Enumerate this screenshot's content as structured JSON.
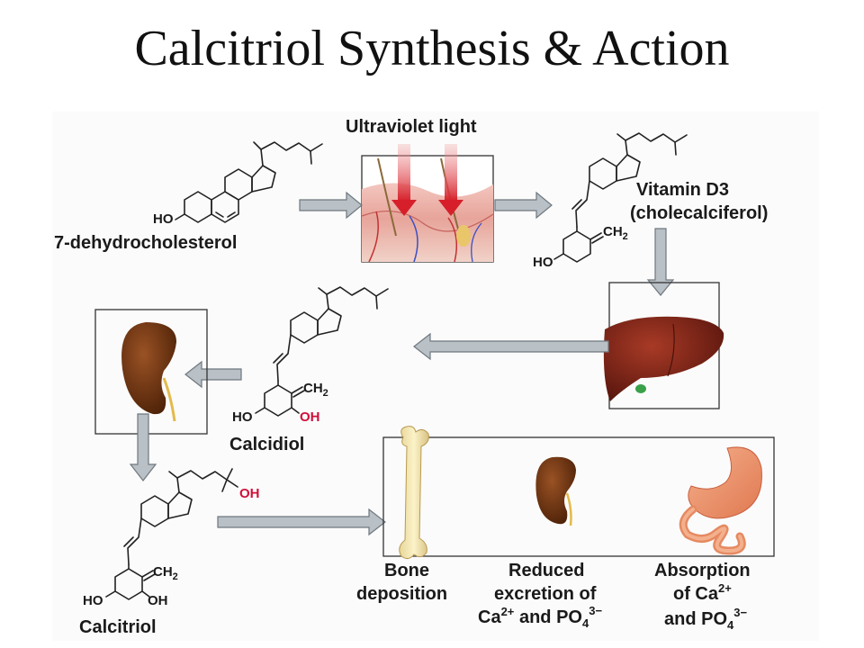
{
  "title": "Calcitriol Synthesis & Action",
  "labels": {
    "uv_light": "Ultraviolet light",
    "dehydrocholesterol": "7-dehydrocholesterol",
    "vitamin_d3_line1": "Vitamin D3",
    "vitamin_d3_line2": "(cholecalciferol)",
    "calcidiol": "Calcidiol",
    "calcitriol": "Calcitriol",
    "bone_line1": "Bone",
    "bone_line2": "deposition",
    "kidney_action_line1": "Reduced",
    "kidney_action_line2": "excretion of",
    "kidney_action_line3": "Ca",
    "kidney_action_ca_charge": "2+",
    "kidney_action_and": " and PO",
    "kidney_action_po_sub": "4",
    "kidney_action_po_charge": "3−",
    "gut_action_line1": "Absorption",
    "gut_action_line2": "of Ca",
    "gut_action_ca_charge": "2+",
    "gut_action_line3": "and PO",
    "gut_action_po_sub": "4",
    "gut_action_po_charge": "3−"
  },
  "atoms": {
    "ho": "HO",
    "oh": "OH",
    "ch2": "CH",
    "ch2_sub": "2"
  },
  "colors": {
    "ring_7dhc": "#8cc486",
    "ring_d3": "#f0a850",
    "ring_calcidiol": "#f6ee3a",
    "ring_calcitriol": "#ee9a78",
    "liver": "#7a2418",
    "kidney": "#6a3014",
    "arrow_fill": "#b9c0c6",
    "hydroxyl_red": "#d0103a"
  }
}
